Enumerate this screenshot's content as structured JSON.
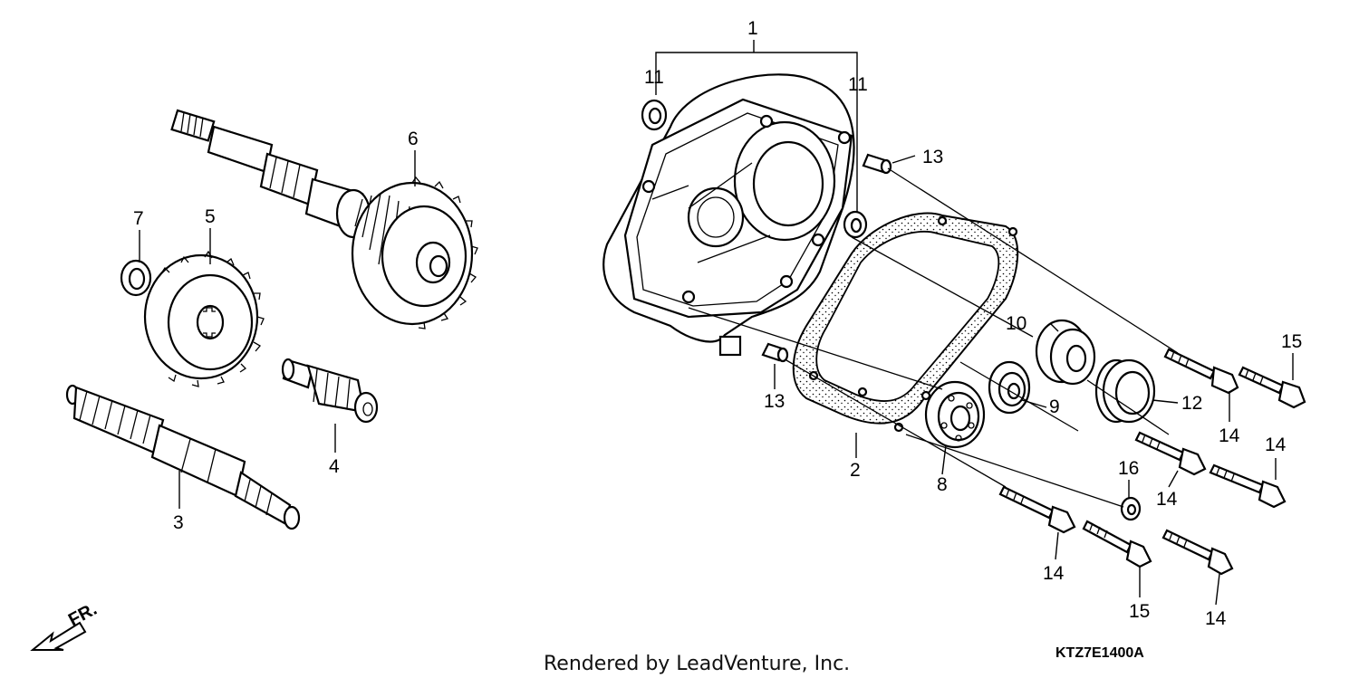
{
  "diagram": {
    "callouts": {
      "c1": "1",
      "c2": "2",
      "c3": "3",
      "c4": "4",
      "c5": "5",
      "c6": "6",
      "c7": "7",
      "c8": "8",
      "c9": "9",
      "c10": "10",
      "c11a": "11",
      "c11b": "11",
      "c12": "12",
      "c13a": "13",
      "c13b": "13",
      "c14a": "14",
      "c14b": "14",
      "c14c": "14",
      "c14d": "14",
      "c14e": "14",
      "c15a": "15",
      "c15b": "15",
      "c16": "16"
    },
    "front_marker": "FR.",
    "credit": "Rendered by LeadVenture, Inc.",
    "diagram_code": "KTZ7E1400A"
  }
}
